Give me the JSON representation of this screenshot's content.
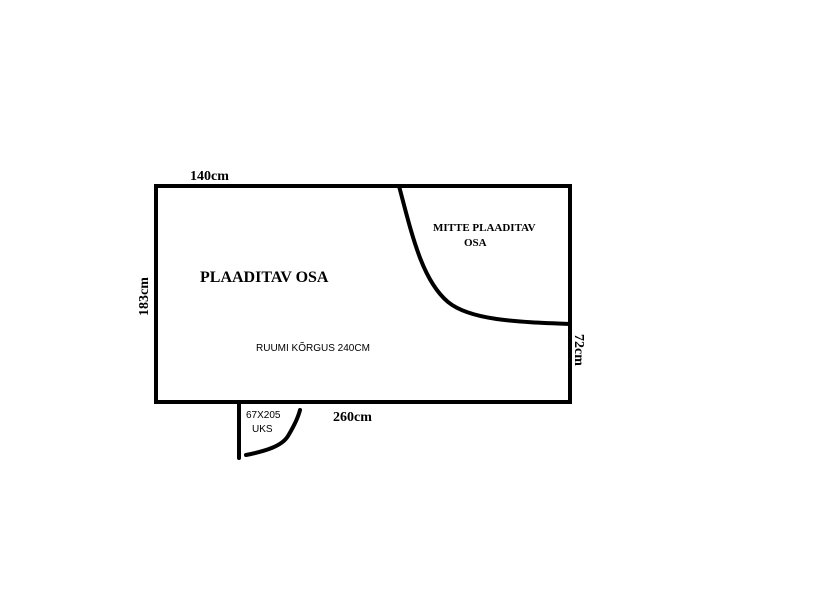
{
  "diagram": {
    "top_dimension": "140cm",
    "left_dimension": "183cm",
    "right_dimension": "72cm",
    "bottom_dimension": "260cm",
    "tiled_area_label": "PLAADITAV OSA",
    "untiled_area_label_line1": "MITTE PLAADITAV",
    "untiled_area_label_line2": "OSA",
    "room_height_label": "RUUMI KÕRGUS 240CM",
    "door_size_label": "67X205",
    "door_label": "UKS",
    "line_color": "#000000",
    "background_color": "#ffffff"
  }
}
